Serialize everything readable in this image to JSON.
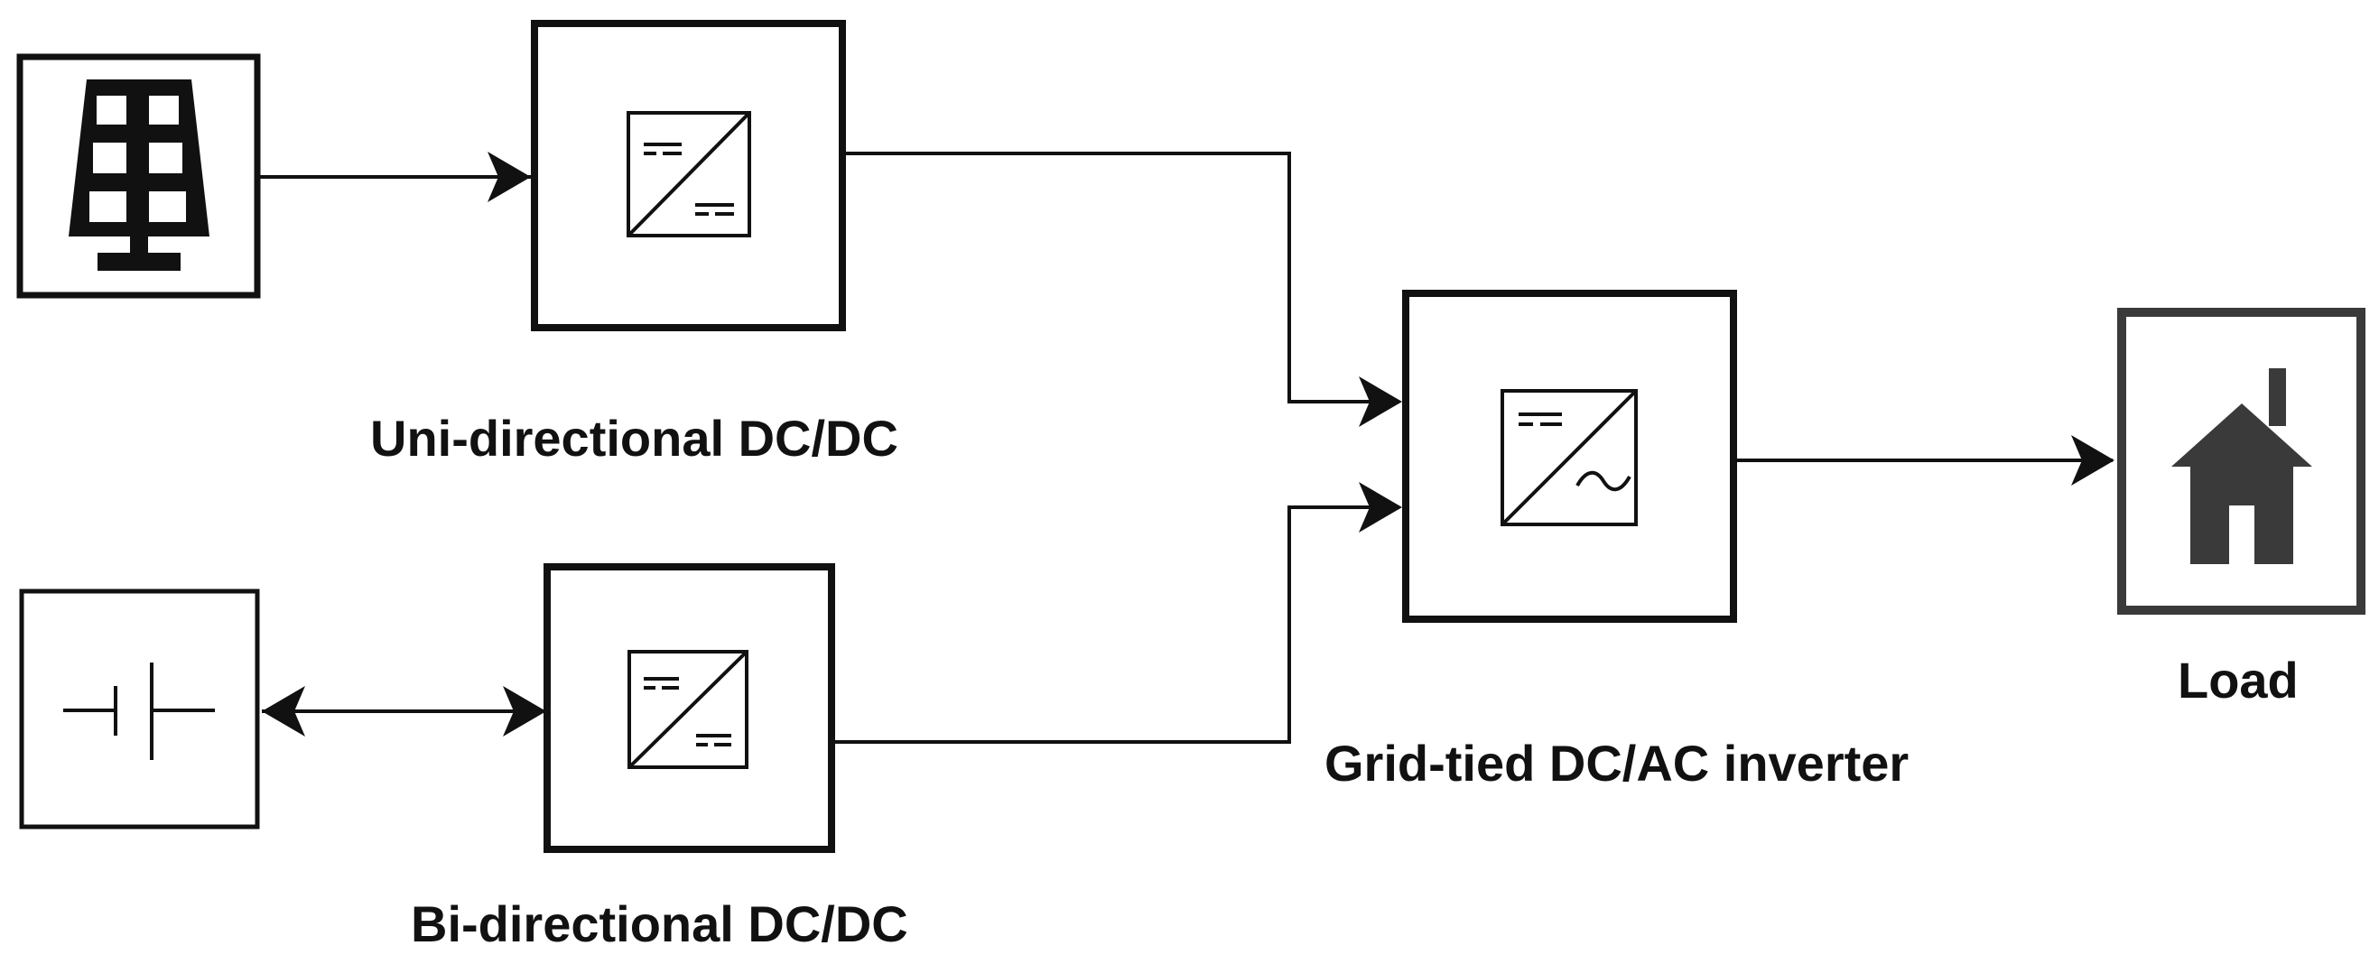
{
  "labels": {
    "uni_converter": "Uni-directional DC/DC",
    "bi_converter": "Bi-directional DC/DC",
    "inverter": "Grid-tied DC/AC inverter",
    "load": "Load"
  },
  "icons": {
    "solar": "solar-panel-icon",
    "battery": "battery-icon",
    "dcdc": "dc-dc-converter-icon",
    "dcac": "dc-ac-inverter-icon",
    "load": "house-icon"
  },
  "colors": {
    "line": "#111111",
    "house": "#3a3a3a"
  }
}
